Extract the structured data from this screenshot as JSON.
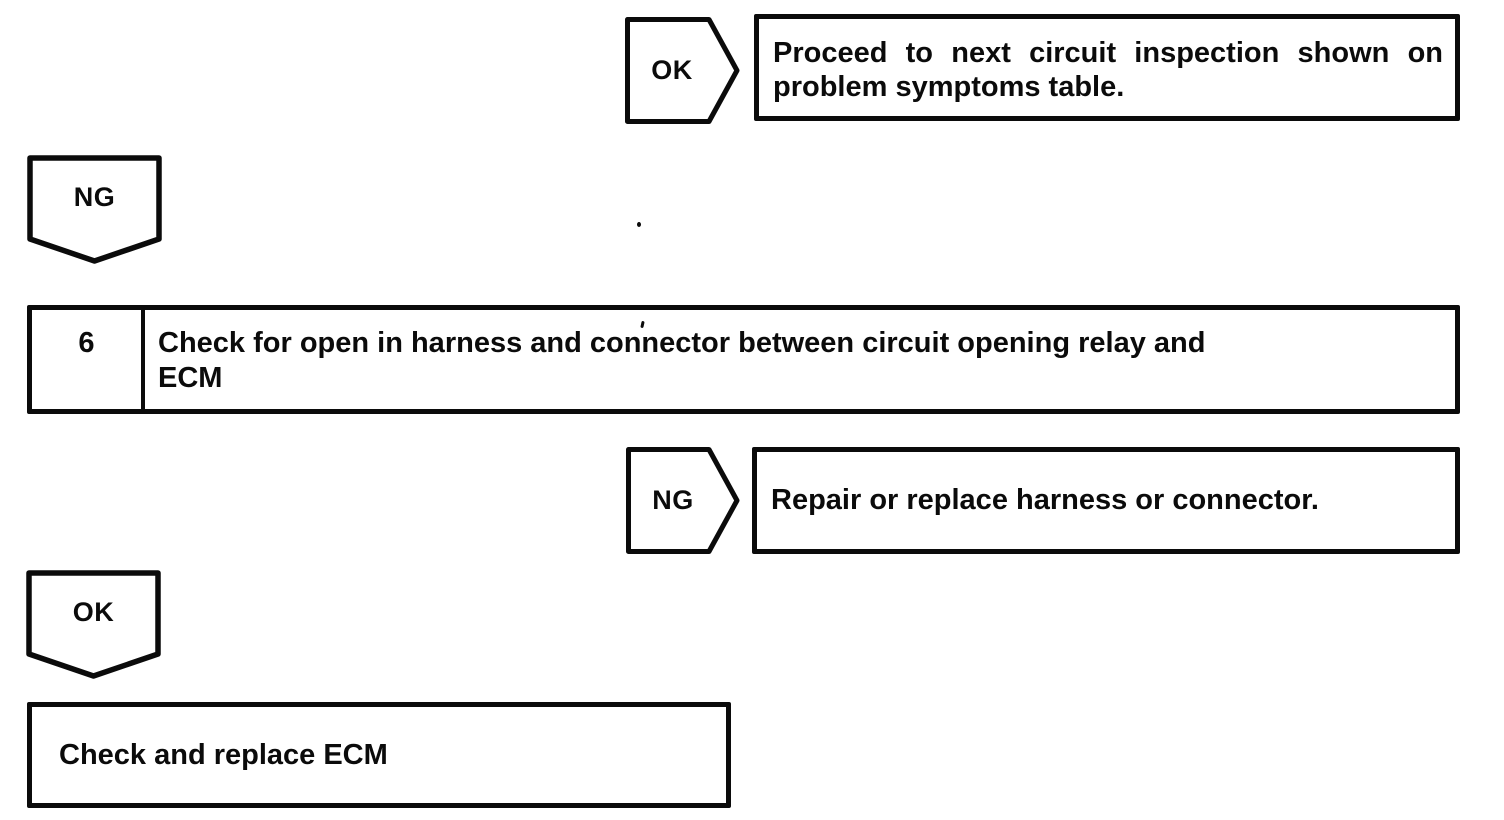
{
  "page": {
    "background": "#ffffff",
    "ink": "#0b0b0b"
  },
  "flowchart": {
    "ok_top": {
      "label": "OK"
    },
    "proceed": {
      "line1": "Proceed to next circuit inspection shown on",
      "line2": "problem symptoms table."
    },
    "ng_left": {
      "label": "NG"
    },
    "step6": {
      "number": "6",
      "title_line1": "Check for open in harness and connector between circuit opening relay and",
      "title_line2": "ECM"
    },
    "ng_mid": {
      "label": "NG"
    },
    "repair": {
      "text": "Repair or replace harness or connector."
    },
    "ok_left": {
      "label": "OK"
    },
    "ecm": {
      "text": "Check and replace ECM"
    }
  }
}
